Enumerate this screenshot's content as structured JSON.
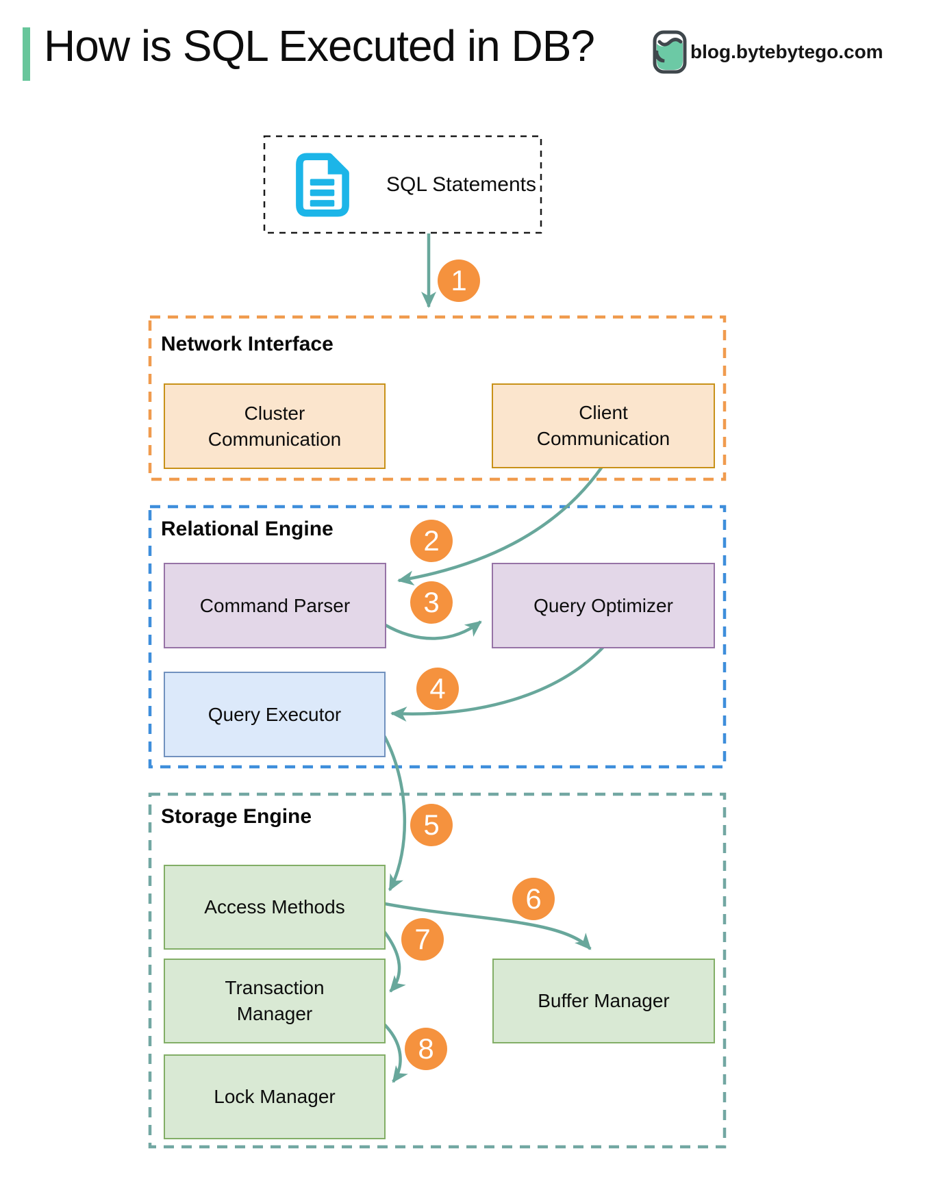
{
  "header": {
    "title": "How is SQL Executed in DB?",
    "site": "blog.bytebytego.com",
    "logo": "bytebytego-owl-logo"
  },
  "sql_box": {
    "icon": "sql-document-icon",
    "label": "SQL Statements"
  },
  "sections": {
    "network": {
      "title": "Network Interface",
      "cluster_label": "Cluster\nCommunication",
      "client_label": "Client\nCommunication"
    },
    "relational": {
      "title": "Relational Engine",
      "command_parser_label": "Command Parser",
      "query_optimizer_label": "Query Optimizer",
      "query_executor_label": "Query Executor"
    },
    "storage": {
      "title": "Storage Engine",
      "access_methods_label": "Access Methods",
      "transaction_manager_label": "Transaction\nManager",
      "lock_manager_label": "Lock Manager",
      "buffer_manager_label": "Buffer Manager"
    }
  },
  "edges": [
    {
      "step": "1",
      "from": "SQL Statements",
      "to": "Network Interface"
    },
    {
      "step": "2",
      "from": "Client Communication",
      "to": "Command Parser"
    },
    {
      "step": "3",
      "from": "Command Parser",
      "to": "Query Optimizer"
    },
    {
      "step": "4",
      "from": "Query Optimizer",
      "to": "Query Executor"
    },
    {
      "step": "5",
      "from": "Query Executor",
      "to": "Access Methods"
    },
    {
      "step": "6",
      "from": "Access Methods",
      "to": "Buffer Manager"
    },
    {
      "step": "7",
      "from": "Access Methods",
      "to": "Transaction Manager"
    },
    {
      "step": "8",
      "from": "Transaction Manager",
      "to": "Lock Manager"
    }
  ],
  "colors": {
    "accent_bar": "#68C69B",
    "arrow": "#68A79B",
    "step_badge": "#F5923E",
    "network_border": "#F09B4E",
    "relational_border": "#3E8EDB",
    "storage_border": "#72A7A2",
    "sql_border": "#1A1A1A",
    "peach_fill": "#FBE5CD",
    "peach_border": "#C89118",
    "purple_fill": "#E3D7E8",
    "purple_border": "#9673A6",
    "blue_fill": "#DCE9FA",
    "blue_border": "#7191BE",
    "green_fill": "#D9E9D4",
    "green_border": "#82AE66",
    "doc_icon": "#1CB5E8"
  }
}
